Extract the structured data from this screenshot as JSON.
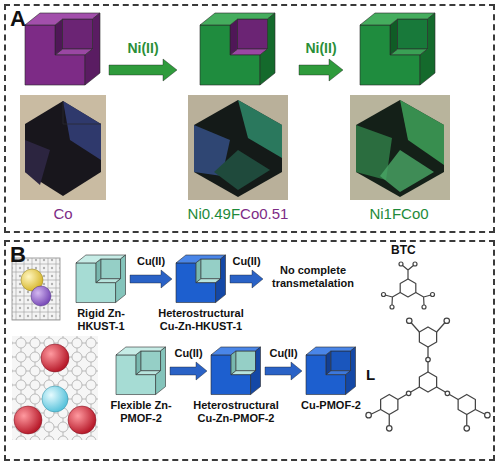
{
  "diagram": {
    "nodes": [
      {
        "text": [
          "A"
        ]
      },
      {
        "text": [
          "Co"
        ],
        "in": 0
      },
      {
        "text": [
          "Ni0.49F",
          "Co0.51"
        ],
        "in": 0
      },
      {
        "text": [
          "Ni1FCo0"
        ],
        "in": 0
      },
      {
        "text": [
          "B"
        ]
      },
      {
        "text": [
          "Rigid Zn-HKUST-1"
        ],
        "in": 4
      },
      {
        "text": [
          "Heterostructural Cu-Zn-HKUST-1"
        ],
        "in": 4
      },
      {
        "text": [
          "No complete transmetalation"
        ],
        "in": 4
      },
      {
        "text": [
          "Flexible Zn-PMOF-2"
        ],
        "in": 4
      },
      {
        "text": [
          "Heterostructural Cu-Zn-PMOF-2"
        ],
        "in": 4
      },
      {
        "text": [
          "Cu-PMOF-2"
        ],
        "in": 4
      }
    ],
    "edges": [
      {
        "from": 1,
        "to": 2,
        "arrow": "to",
        "label": "Ni(II)"
      },
      {
        "from": 2,
        "to": 3,
        "arrow": "to",
        "label": "Ni(II)"
      },
      {
        "from": 5,
        "to": 6,
        "arrow": "to",
        "label": "Cu(II)"
      },
      {
        "from": 6,
        "to": 7,
        "arrow": "to",
        "label": "Cu(II)"
      },
      {
        "from": 8,
        "to": 9,
        "arrow": "to",
        "label": "Cu(II)"
      },
      {
        "from": 9,
        "to": 10,
        "arrow": "to",
        "label": "Cu(II)"
      }
    ],
    "labels": [
      "BTC",
      "L"
    ]
  }
}
